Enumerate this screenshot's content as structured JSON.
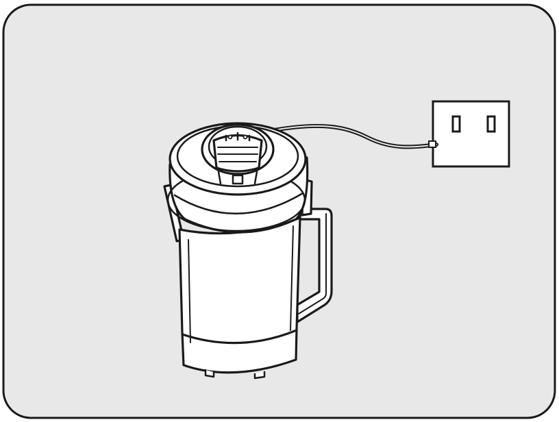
{
  "figure": {
    "background_color": "#e8e8e8",
    "stroke_color": "#1a1a1a",
    "fill_color": "#ffffff",
    "objects": [
      {
        "name": "appliance",
        "icon": "soymilk-maker-jug"
      },
      {
        "name": "power-cord",
        "icon": "cable"
      },
      {
        "name": "wall-outlet",
        "icon": "two-slot-socket"
      }
    ]
  }
}
